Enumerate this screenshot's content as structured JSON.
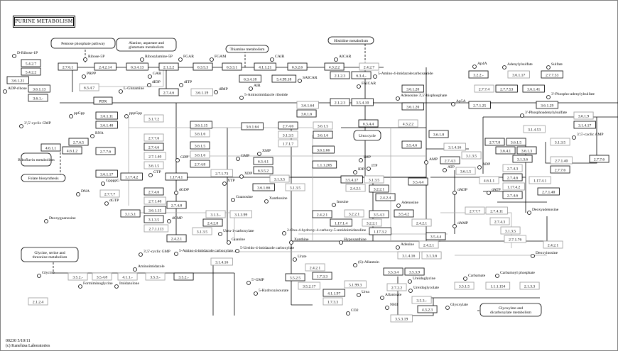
{
  "title": "PURINE METABOLISM",
  "footer": {
    "line1": "00230 5/10/11",
    "line2": "(c) Kanehisa Laboratories"
  },
  "pdx_label": "PDX",
  "map_links": [
    "Pentose phosphate pathway",
    "Alanine, aspartate and glutamate metabolism",
    "Thiamine metabolism",
    "Histidine metabolism",
    "Riboflavin metabolism",
    "Folate biosynthesis",
    "Urea cycle",
    "Glycine, serine and threonine metabolism",
    "Glyoxylate and dicarboxylate metabolism"
  ],
  "compounds": [
    "D-Ribose-1P",
    "ADP-ribose",
    "Ribose-5P",
    "PRPP",
    "L-Glutamine",
    "Ribosylamine-5P",
    "GAR",
    "FGAR",
    "FGAM",
    "AIR",
    "CAIR",
    "SAICAR",
    "AICAR",
    "5-Amino-4-imidazolecarboxamide",
    "FAICAR",
    "dIDP",
    "dITP",
    "dIMP",
    "3',5'-cyclic GMP",
    "ppGpp",
    "pppGpp",
    "RNA",
    "GTP",
    "GDP",
    "GMP",
    "GppppG",
    "dGTP",
    "dGDP",
    "dGMP",
    "DNA",
    "Deoxyguanosine",
    "Guanosine",
    "Guanine",
    "Xanthosine",
    "Xanthine",
    "XMP",
    "XTP",
    "XDP",
    "IMP",
    "IDP",
    "ITP",
    "Inosine",
    "Hypoxanthine",
    "Adenine",
    "Adenosine",
    "AMP",
    "ADP",
    "ATP",
    "dAMP",
    "dADP",
    "dATP",
    "Deoxyadenosine",
    "Deoxyinosine",
    "Ap4A",
    "Adenylylsulfate",
    "Sulfate",
    "Ap5A",
    "3'-Phosphoadenylylsulfate",
    "3'-Phospho-adenylylsulfate",
    "Adenosine 3',5'-bisphosphate",
    "3',5'-cyclic AMP",
    "Urate",
    "5-Hydroxyisourate",
    "(S)-Allantoin",
    "Allantoate",
    "Ureidoglycine",
    "Ureidoglycolate",
    "Urea",
    "Glyoxylate",
    "NH3",
    "CO2",
    "Carbamate",
    "Carbamoyl phosphate",
    "Glycine",
    "Formiminoglycine",
    "Imidazolone",
    "Aminoimidazole",
    "5-Amino-4-imidazole carboxylate",
    "5-Ureido-4-imidazole carboxylate",
    "Urea-1-carboxylate",
    "3',5'-cyclic GMP",
    "5'-GMP",
    "2-Oxo-4-hydroxy-4-carboxy-5-ureidoimidazoline",
    "5-Aminoimidazole ribotide"
  ],
  "enzymes": [
    {
      "ec": "5.4.2.7",
      "found": true
    },
    {
      "ec": "5.4.2.2",
      "found": true
    },
    {
      "ec": "3.6.1.21",
      "found": true
    },
    {
      "ec": "3.6.1.13",
      "found": true
    },
    {
      "ec": "3.6.1.-",
      "found": true
    },
    {
      "ec": "2.7.6.1",
      "found": true
    },
    {
      "ec": "2.4.2.14",
      "found": true
    },
    {
      "ec": "6.3.4.13",
      "found": true
    },
    {
      "ec": "2.1.2.2",
      "found": true
    },
    {
      "ec": "6.3.5.3",
      "found": true
    },
    {
      "ec": "6.3.3.1",
      "found": true
    },
    {
      "ec": "4.1.1.21",
      "found": true
    },
    {
      "ec": "6.3.2.6",
      "found": true
    },
    {
      "ec": "4.3.2.2",
      "found": true
    },
    {
      "ec": "2.4.2.7",
      "found": false
    },
    {
      "ec": "6.3.4.18",
      "found": true
    },
    {
      "ec": "5.4.99.18",
      "found": true
    },
    {
      "ec": "6.3.4.7",
      "found": false
    },
    {
      "ec": "2.7.4.6",
      "found": true
    },
    {
      "ec": "3.6.1.19",
      "found": false
    },
    {
      "ec": "2.1.2.3",
      "found": true
    },
    {
      "ec": "6.3.4.-",
      "found": true
    },
    {
      "ec": "2.1.2.3",
      "found": true
    },
    {
      "ec": "3.5.4.10",
      "found": true
    },
    {
      "ec": "3.6.1.20",
      "found": true
    },
    {
      "ec": "3.6.1.20",
      "found": true
    },
    {
      "ec": "3.6.1.11",
      "found": true
    },
    {
      "ec": "3.6.1.40",
      "found": true
    },
    {
      "ec": "3.1.7.2",
      "found": false
    },
    {
      "ec": "3.6.1.15",
      "found": true
    },
    {
      "ec": "3.6.1.6",
      "found": false
    },
    {
      "ec": "2.7.6.5",
      "found": true
    },
    {
      "ec": "2.7.7.6",
      "found": false
    },
    {
      "ec": "2.7.7.6",
      "found": true
    },
    {
      "ec": "4.6.1.1",
      "found": true
    },
    {
      "ec": "4.6.1.2",
      "found": true
    },
    {
      "ec": "2.7.4.6",
      "found": true
    },
    {
      "ec": "2.7.1.40",
      "found": false
    },
    {
      "ec": "3.6.1.5",
      "found": true
    },
    {
      "ec": "3.6.1.6",
      "found": false
    },
    {
      "ec": "3.6.1.5",
      "found": false
    },
    {
      "ec": "2.7.4.8",
      "found": true
    },
    {
      "ec": "3.6.1.17",
      "found": true
    },
    {
      "ec": "1.17.4.2",
      "found": true
    },
    {
      "ec": "1.17.4.1",
      "found": true
    },
    {
      "ec": "2.7.7.7",
      "found": false
    },
    {
      "ec": "2.7.4.6",
      "found": true
    },
    {
      "ec": "2.7.1.40",
      "found": false
    },
    {
      "ec": "2.7.4.8",
      "found": true
    },
    {
      "ec": "3.6.1.15",
      "found": true
    },
    {
      "ec": "3.1.5.1",
      "found": true
    },
    {
      "ec": "3.1.3.5",
      "found": true
    },
    {
      "ec": "2.7.1.113",
      "found": false
    },
    {
      "ec": "2.4.2.1",
      "found": true
    },
    {
      "ec": "2.4.2.8",
      "found": true
    },
    {
      "ec": "3.1.3.5",
      "found": false
    },
    {
      "ec": "3.6.1.64",
      "found": false
    },
    {
      "ec": "3.6.1.6",
      "found": true
    },
    {
      "ec": "3.6.1.64",
      "found": true
    },
    {
      "ec": "2.7.4.6",
      "found": true
    },
    {
      "ec": "3.1.3.5",
      "found": false
    },
    {
      "ec": "3.6.1.5",
      "found": false
    },
    {
      "ec": "3.6.1.6",
      "found": true
    },
    {
      "ec": "1.7.1.7",
      "found": false
    },
    {
      "ec": "3.6.1.66",
      "found": true
    },
    {
      "ec": "6.3.4.1",
      "found": true
    },
    {
      "ec": "6.3.5.2",
      "found": true
    },
    {
      "ec": "1.1.1.205",
      "found": true
    },
    {
      "ec": "2.7.1.73",
      "found": false
    },
    {
      "ec": "3.1.3.5",
      "found": false
    },
    {
      "ec": "3.6.1.66",
      "found": true
    },
    {
      "ec": "3.1.3.5",
      "found": false
    },
    {
      "ec": "3.1.3.-",
      "found": false
    },
    {
      "ec": "3.1.3.99",
      "found": false
    },
    {
      "ec": "6.3.4.4",
      "found": true
    },
    {
      "ec": "4.3.2.2",
      "found": false
    },
    {
      "ec": "3.5.4.6",
      "found": true
    },
    {
      "ec": "3.6.1.8",
      "found": true
    },
    {
      "ec": "3.5.4.17",
      "found": true
    },
    {
      "ec": "3.1.3.5",
      "found": false
    },
    {
      "ec": "2.7.4.3",
      "found": true
    },
    {
      "ec": "3.1.3.5",
      "found": false
    },
    {
      "ec": "3.5.4.4",
      "found": true
    },
    {
      "ec": "2.4.2.1",
      "found": false
    },
    {
      "ec": "3.2.2.1",
      "found": true
    },
    {
      "ec": "2.4.2.4",
      "found": true
    },
    {
      "ec": "3.5.4.3",
      "found": true
    },
    {
      "ec": "3.2.2.1",
      "found": false
    },
    {
      "ec": "3.2.2.1",
      "found": false
    },
    {
      "ec": "2.4.2.1",
      "found": true
    },
    {
      "ec": "1.17.1.4",
      "found": true
    },
    {
      "ec": "1.17.3.2",
      "found": true
    },
    {
      "ec": "3.5.4.2",
      "found": true
    },
    {
      "ec": "2.4.2.1",
      "found": false
    },
    {
      "ec": "3.2.2.-",
      "found": true
    },
    {
      "ec": "3.6.1.17",
      "found": false
    },
    {
      "ec": "2.7.7.53",
      "found": true
    },
    {
      "ec": "2.7.7.4",
      "found": false
    },
    {
      "ec": "2.7.7.53",
      "found": true
    },
    {
      "ec": "3.6.1.41",
      "found": true
    },
    {
      "ec": "2.7.1.25",
      "found": true
    },
    {
      "ec": "3.6.1.29",
      "found": true
    },
    {
      "ec": "3.6.1.9",
      "found": false
    },
    {
      "ec": "3.1.4.17",
      "found": true
    },
    {
      "ec": "3.1.4.53",
      "found": false
    },
    {
      "ec": "2.7.7.8",
      "found": true
    },
    {
      "ec": "3.6.1.5",
      "found": true
    },
    {
      "ec": "3.6.1.3",
      "found": true
    },
    {
      "ec": "3.6.4.1",
      "found": true
    },
    {
      "ec": "3.1.3.6",
      "found": true
    },
    {
      "ec": "3.1.3.5",
      "found": false
    },
    {
      "ec": "3.1.4.16",
      "found": false
    },
    {
      "ec": "3.6.1.5",
      "found": false
    },
    {
      "ec": "2.7.4.3",
      "found": false
    },
    {
      "ec": "2.7.4.6",
      "found": true
    },
    {
      "ec": "2.7.1.40",
      "found": false
    },
    {
      "ec": "2.7.7.6",
      "found": true
    },
    {
      "ec": "2.7.7.6",
      "found": true
    },
    {
      "ec": "4.6.1.1",
      "found": false
    },
    {
      "ec": "1.17.4.1",
      "found": false
    },
    {
      "ec": "1.17.4.2",
      "found": false
    },
    {
      "ec": "2.7.4.6",
      "found": true
    },
    {
      "ec": "2.7.1.40",
      "found": true
    },
    {
      "ec": "2.7.7.7",
      "found": false
    },
    {
      "ec": "2.7.4.11",
      "found": false
    },
    {
      "ec": "2.7.4.3",
      "found": false
    },
    {
      "ec": "3.1.3.5",
      "found": false
    },
    {
      "ec": "2.7.1.76",
      "found": false
    },
    {
      "ec": "2.4.2.1",
      "found": false
    },
    {
      "ec": "3.5.4.4",
      "found": true
    },
    {
      "ec": "2.4.2.1",
      "found": false
    },
    {
      "ec": "3.1.4.16",
      "found": false
    },
    {
      "ec": "3.1.3.6",
      "found": false
    },
    {
      "ec": "2.4.2.1",
      "found": false
    },
    {
      "ec": "1.7.3.3",
      "found": true
    },
    {
      "ec": "3.5.2.17",
      "found": false
    },
    {
      "ec": "4.1.1.97",
      "found": true
    },
    {
      "ec": "1.7.3.3",
      "found": false
    },
    {
      "ec": "5.1.99.3",
      "found": false
    },
    {
      "ec": "3.5.2.5",
      "found": true
    },
    {
      "ec": "3.5.3.4",
      "found": true
    },
    {
      "ec": "3.5.3.9",
      "found": true
    },
    {
      "ec": "3.5.3.-",
      "found": false
    },
    {
      "ec": "4.3.2.3",
      "found": true
    },
    {
      "ec": "3.5.3.19",
      "found": false
    },
    {
      "ec": "3.5.1.5",
      "found": false
    },
    {
      "ec": "1.1.1.154",
      "found": false
    },
    {
      "ec": "2.1.3.3",
      "found": false
    },
    {
      "ec": "2.7.2.2",
      "found": false
    },
    {
      "ec": "3.1.4.16",
      "found": false
    },
    {
      "ec": "3.5.2.-",
      "found": true
    },
    {
      "ec": "3.5.3.-",
      "found": false
    },
    {
      "ec": "4.1.1.-",
      "found": false
    },
    {
      "ec": "3.5.4.8",
      "found": false
    },
    {
      "ec": "3.5.2.-",
      "found": false
    },
    {
      "ec": "2.1.2.4",
      "found": false
    }
  ]
}
